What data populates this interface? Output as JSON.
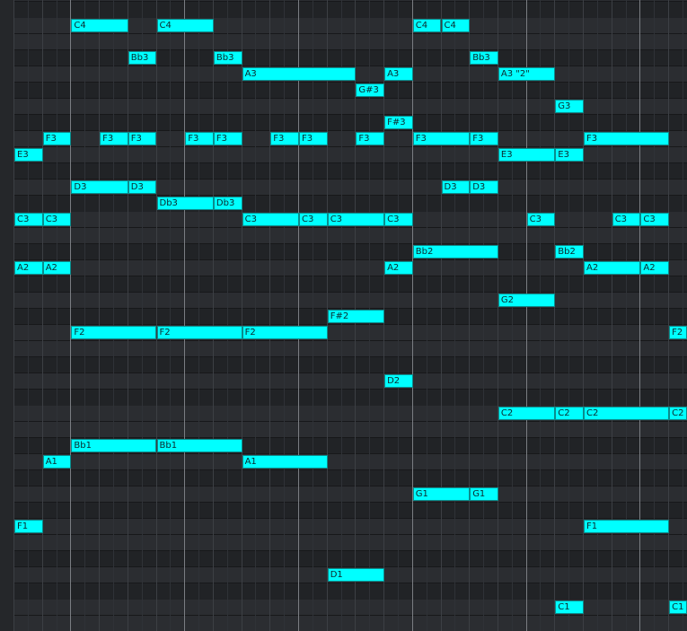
{
  "notes": [
    {
      "label": "C4",
      "pitch": "C4",
      "start": 4,
      "len": 4
    },
    {
      "label": "C4",
      "pitch": "C4",
      "start": 10,
      "len": 4
    },
    {
      "label": "C4",
      "pitch": "C4",
      "start": 28,
      "len": 2
    },
    {
      "label": "C4",
      "pitch": "C4",
      "start": 30,
      "len": 2
    },
    {
      "label": "Bb3",
      "pitch": "Bb3",
      "start": 8,
      "len": 2
    },
    {
      "label": "Bb3",
      "pitch": "Bb3",
      "start": 14,
      "len": 2
    },
    {
      "label": "Bb3",
      "pitch": "Bb3",
      "start": 32,
      "len": 2
    },
    {
      "label": "A3",
      "pitch": "A3",
      "start": 16,
      "len": 8
    },
    {
      "label": "A3",
      "pitch": "A3",
      "start": 26,
      "len": 2
    },
    {
      "label": "A3 \"2\"",
      "pitch": "A3",
      "start": 34,
      "len": 4
    },
    {
      "label": "G#3",
      "pitch": "G#3",
      "start": 24,
      "len": 2
    },
    {
      "label": "G3",
      "pitch": "G3",
      "start": 38,
      "len": 2
    },
    {
      "label": "F#3",
      "pitch": "F#3",
      "start": 26,
      "len": 2
    },
    {
      "label": "F3",
      "pitch": "F3",
      "start": 2,
      "len": 2
    },
    {
      "label": "F3",
      "pitch": "F3",
      "start": 6,
      "len": 2
    },
    {
      "label": "F3",
      "pitch": "F3",
      "start": 8,
      "len": 2
    },
    {
      "label": "F3",
      "pitch": "F3",
      "start": 12,
      "len": 2
    },
    {
      "label": "F3",
      "pitch": "F3",
      "start": 14,
      "len": 2
    },
    {
      "label": "F3",
      "pitch": "F3",
      "start": 18,
      "len": 2
    },
    {
      "label": "F3",
      "pitch": "F3",
      "start": 20,
      "len": 2
    },
    {
      "label": "F3",
      "pitch": "F3",
      "start": 24,
      "len": 2
    },
    {
      "label": "F3",
      "pitch": "F3",
      "start": 28,
      "len": 4
    },
    {
      "label": "F3",
      "pitch": "F3",
      "start": 32,
      "len": 2
    },
    {
      "label": "F3",
      "pitch": "F3",
      "start": 40,
      "len": 6
    },
    {
      "label": "E3",
      "pitch": "E3",
      "start": 0,
      "len": 2
    },
    {
      "label": "E3",
      "pitch": "E3",
      "start": 34,
      "len": 4
    },
    {
      "label": "E3",
      "pitch": "E3",
      "start": 38,
      "len": 2
    },
    {
      "label": "D3",
      "pitch": "D3",
      "start": 4,
      "len": 4
    },
    {
      "label": "D3",
      "pitch": "D3",
      "start": 8,
      "len": 2
    },
    {
      "label": "D3",
      "pitch": "D3",
      "start": 30,
      "len": 2
    },
    {
      "label": "D3",
      "pitch": "D3",
      "start": 32,
      "len": 2
    },
    {
      "label": "Db3",
      "pitch": "Db3",
      "start": 10,
      "len": 4
    },
    {
      "label": "Db3",
      "pitch": "Db3",
      "start": 14,
      "len": 2
    },
    {
      "label": "C3",
      "pitch": "C3",
      "start": 0,
      "len": 2
    },
    {
      "label": "C3",
      "pitch": "C3",
      "start": 2,
      "len": 2
    },
    {
      "label": "C3",
      "pitch": "C3",
      "start": 16,
      "len": 4
    },
    {
      "label": "C3",
      "pitch": "C3",
      "start": 20,
      "len": 2
    },
    {
      "label": "C3",
      "pitch": "C3",
      "start": 22,
      "len": 4
    },
    {
      "label": "C3",
      "pitch": "C3",
      "start": 26,
      "len": 2
    },
    {
      "label": "C3",
      "pitch": "C3",
      "start": 36,
      "len": 2
    },
    {
      "label": "C3",
      "pitch": "C3",
      "start": 42,
      "len": 2
    },
    {
      "label": "C3",
      "pitch": "C3",
      "start": 44,
      "len": 2
    },
    {
      "label": "Bb2",
      "pitch": "Bb2",
      "start": 28,
      "len": 6
    },
    {
      "label": "Bb2",
      "pitch": "Bb2",
      "start": 38,
      "len": 2
    },
    {
      "label": "A2",
      "pitch": "A2",
      "start": 0,
      "len": 2
    },
    {
      "label": "A2",
      "pitch": "A2",
      "start": 2,
      "len": 2
    },
    {
      "label": "A2",
      "pitch": "A2",
      "start": 26,
      "len": 2
    },
    {
      "label": "A2",
      "pitch": "A2",
      "start": 40,
      "len": 4
    },
    {
      "label": "A2",
      "pitch": "A2",
      "start": 44,
      "len": 2
    },
    {
      "label": "G2",
      "pitch": "G2",
      "start": 34,
      "len": 4
    },
    {
      "label": "F#2",
      "pitch": "F#2",
      "start": 22,
      "len": 4
    },
    {
      "label": "F2",
      "pitch": "F2",
      "start": 4,
      "len": 6
    },
    {
      "label": "F2",
      "pitch": "F2",
      "start": 10,
      "len": 6
    },
    {
      "label": "F2",
      "pitch": "F2",
      "start": 16,
      "len": 6
    },
    {
      "label": "F2",
      "pitch": "F2",
      "start": 46,
      "len": 2
    },
    {
      "label": "D2",
      "pitch": "D2",
      "start": 26,
      "len": 2
    },
    {
      "label": "C2",
      "pitch": "C2",
      "start": 34,
      "len": 4
    },
    {
      "label": "C2",
      "pitch": "C2",
      "start": 38,
      "len": 2
    },
    {
      "label": "C2",
      "pitch": "C2",
      "start": 40,
      "len": 6
    },
    {
      "label": "C2",
      "pitch": "C2",
      "start": 46,
      "len": 2
    },
    {
      "label": "Bb1",
      "pitch": "Bb1",
      "start": 4,
      "len": 6
    },
    {
      "label": "Bb1",
      "pitch": "Bb1",
      "start": 10,
      "len": 6
    },
    {
      "label": "A1",
      "pitch": "A1",
      "start": 2,
      "len": 2
    },
    {
      "label": "A1",
      "pitch": "A1",
      "start": 16,
      "len": 6
    },
    {
      "label": "G1",
      "pitch": "G1",
      "start": 28,
      "len": 4
    },
    {
      "label": "G1",
      "pitch": "G1",
      "start": 32,
      "len": 2
    },
    {
      "label": "F1",
      "pitch": "F1",
      "start": 0,
      "len": 2
    },
    {
      "label": "F1",
      "pitch": "F1",
      "start": 40,
      "len": 6
    },
    {
      "label": "D1",
      "pitch": "D1",
      "start": 22,
      "len": 4
    },
    {
      "label": "C1",
      "pitch": "C1",
      "start": 38,
      "len": 2
    },
    {
      "label": "C1",
      "pitch": "C1",
      "start": 46,
      "len": 2
    }
  ]
}
